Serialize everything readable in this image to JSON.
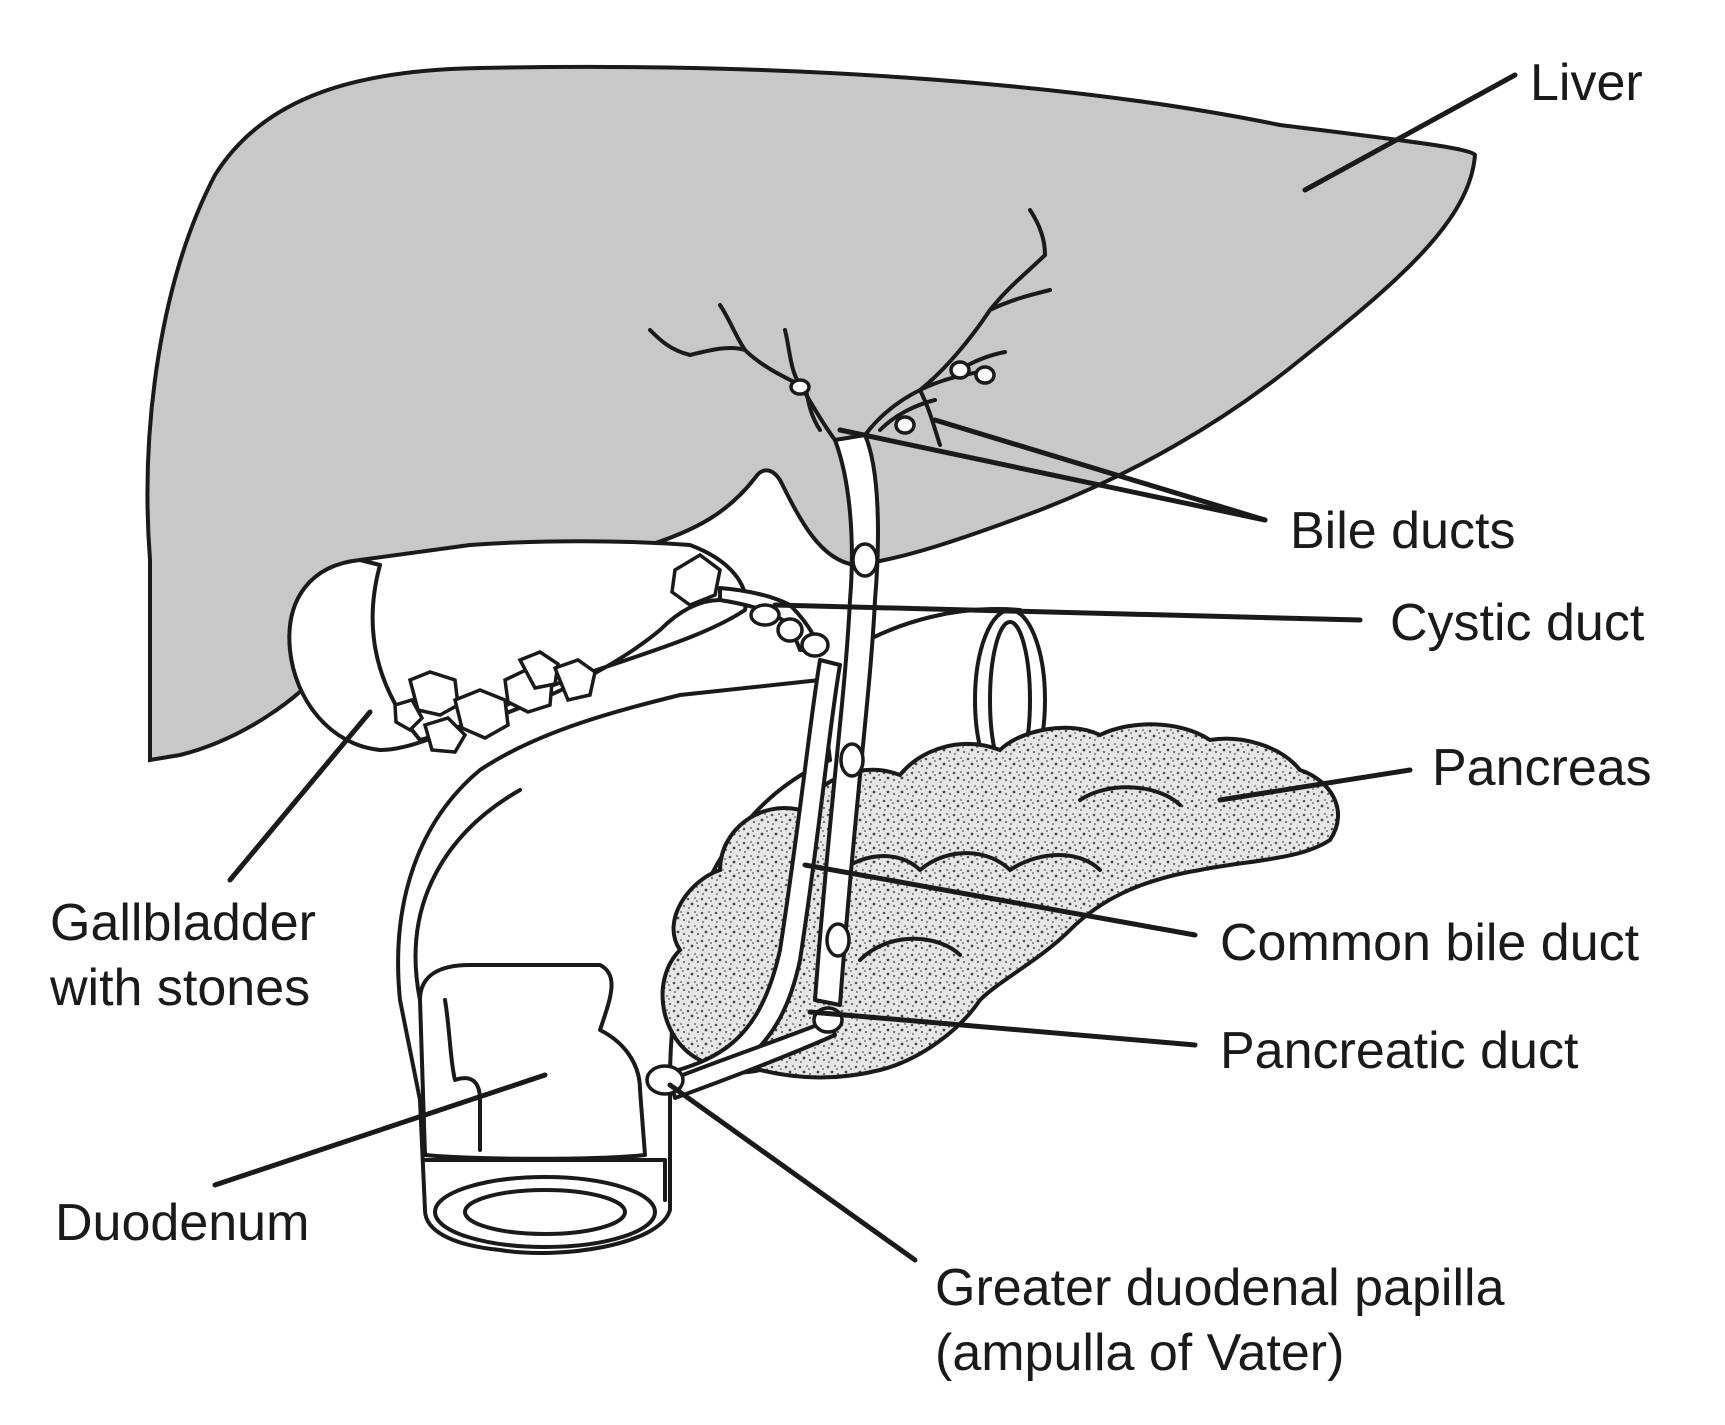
{
  "labels": {
    "liver": "Liver",
    "bile_ducts": "Bile ducts",
    "cystic_duct": "Cystic duct",
    "pancreas": "Pancreas",
    "common_bile_duct": "Common bile duct",
    "pancreatic_duct": "Pancreatic duct",
    "gallbladder_line1": "Gallbladder",
    "gallbladder_line2": "with stones",
    "duodenum": "Duodenum",
    "papilla_line1": "Greater duodenal papilla",
    "papilla_line2": "(ampulla of Vater)"
  },
  "colors": {
    "liver_fill": "#c8c8c8",
    "pancreas_fill": "#bdbdbd",
    "ink": "#1a1a1a",
    "background": "#ffffff"
  }
}
